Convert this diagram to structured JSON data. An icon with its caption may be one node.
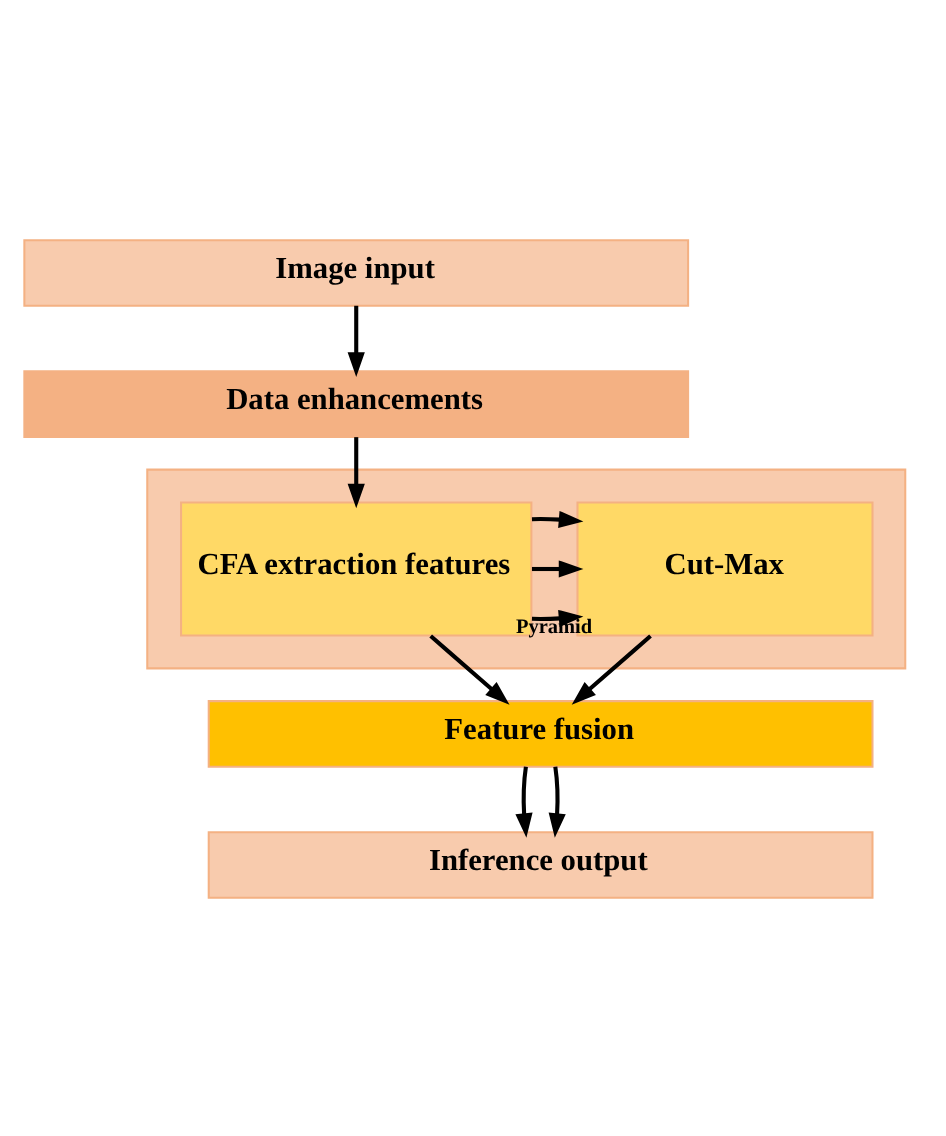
{
  "diagram": {
    "nodes": [
      {
        "text": [
          "Image input"
        ]
      },
      {
        "text": [
          "Data enhancements"
        ]
      },
      {
        "text": [],
        "shape": "box"
      },
      {
        "text": [
          "CFA extraction features"
        ],
        "in": 2
      },
      {
        "text": [
          "Cut-Max"
        ],
        "in": 2
      },
      {
        "text": [
          "Feature fusion"
        ]
      },
      {
        "text": [
          "Inference output"
        ]
      }
    ],
    "edges": [
      {
        "from": 0,
        "to": 1,
        "arrow": "to"
      },
      {
        "from": 1,
        "to": 3,
        "arrow": "to"
      },
      {
        "from": 3,
        "to": 4,
        "arrow": "to",
        "label": "Pyramid"
      },
      {
        "from": 3,
        "to": 4,
        "arrow": "to"
      },
      {
        "from": 3,
        "to": 4,
        "arrow": "to"
      },
      {
        "from": 3,
        "to": 5,
        "arrow": "to"
      },
      {
        "from": 4,
        "to": 5,
        "arrow": "to"
      },
      {
        "from": 5,
        "to": 6,
        "arrow": "to"
      },
      {
        "from": 5,
        "to": 6,
        "arrow": "to"
      }
    ]
  }
}
